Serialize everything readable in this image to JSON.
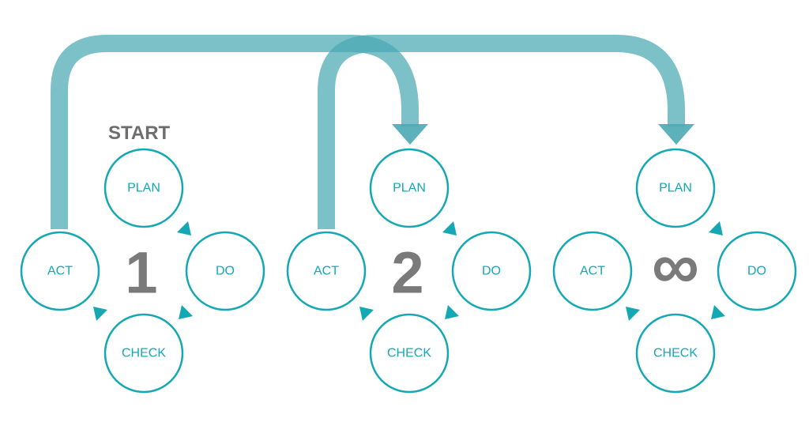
{
  "start_label": "START",
  "cycles": [
    {
      "number": "1",
      "plan": "PLAN",
      "do": "DO",
      "check": "CHECK",
      "act": "ACT"
    },
    {
      "number": "2",
      "plan": "PLAN",
      "do": "DO",
      "check": "CHECK",
      "act": "ACT"
    },
    {
      "number": "∞",
      "plan": "PLAN",
      "do": "DO",
      "check": "CHECK",
      "act": "ACT"
    }
  ],
  "colors": {
    "accent": "#14a8b4",
    "band": "#4aa9b3",
    "number": "#7a7a7a",
    "start": "#6e6e6e"
  }
}
